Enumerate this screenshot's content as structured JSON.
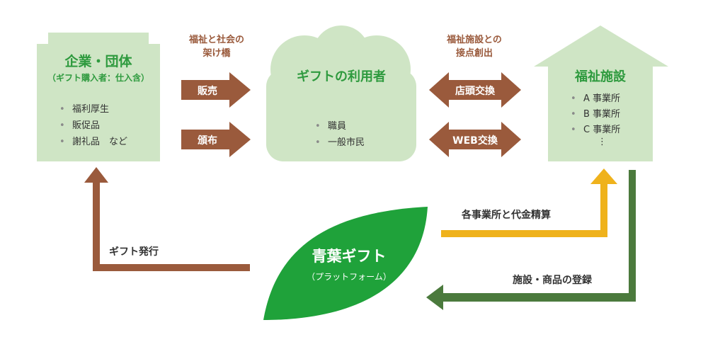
{
  "colors": {
    "box_green": "#cfe5c5",
    "title_green": "#2e9a3e",
    "brown": "#9a5a3c",
    "leaf_green": "#1fa23a",
    "gold": "#efb21c",
    "dark_green": "#4b7a3d"
  },
  "company": {
    "title": "企業・団体",
    "subtitle": "（ギフト購入者：仕入含）",
    "items": [
      "福利厚生",
      "販促品",
      "謝礼品　など"
    ]
  },
  "bridge_caption": {
    "line1": "福祉と社会の",
    "line2": "架け橋"
  },
  "arrows_left": {
    "sell": "販売",
    "distribute": "頒布"
  },
  "users": {
    "title": "ギフトの利用者",
    "items": [
      "職員",
      "一般市民"
    ]
  },
  "contact_caption": {
    "line1": "福祉施設との",
    "line2": "接点創出"
  },
  "arrows_right": {
    "store": "店頭交換",
    "web": "WEB交換"
  },
  "facility": {
    "title": "福祉施設",
    "items": [
      "A 事業所",
      "B 事業所",
      "C 事業所"
    ],
    "more": "⋮"
  },
  "flows": {
    "issue": "ギフト発行",
    "settle": "各事業所と代金精算",
    "register": "施設・商品の登録"
  },
  "platform": {
    "title": "青葉ギフト",
    "subtitle": "（プラットフォーム）"
  },
  "icons": [
    "arrow-right-icon",
    "double-arrow-icon",
    "leaf-icon",
    "house-shape-icon",
    "cloud-shape-icon"
  ]
}
